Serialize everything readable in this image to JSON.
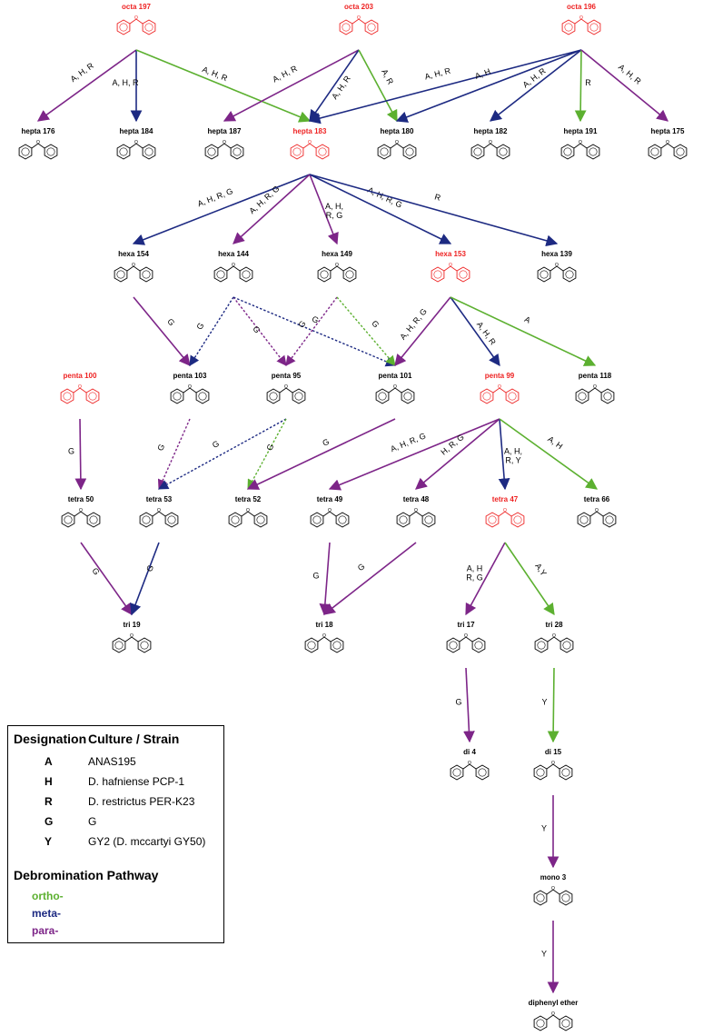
{
  "colors": {
    "ortho": "#5cb030",
    "meta": "#1d2a82",
    "para": "#7d2588",
    "highlight": "#ee2222",
    "text": "#000000"
  },
  "compounds": [
    {
      "id": "octa197",
      "label": "octa 197",
      "highlight": true
    },
    {
      "id": "octa203",
      "label": "octa 203",
      "highlight": true
    },
    {
      "id": "octa196",
      "label": "octa 196",
      "highlight": true
    },
    {
      "id": "hepta176",
      "label": "hepta 176",
      "highlight": false
    },
    {
      "id": "hepta184",
      "label": "hepta 184",
      "highlight": false
    },
    {
      "id": "hepta187",
      "label": "hepta 187",
      "highlight": false
    },
    {
      "id": "hepta183",
      "label": "hepta 183",
      "highlight": true
    },
    {
      "id": "hepta180",
      "label": "hepta 180",
      "highlight": false
    },
    {
      "id": "hepta182",
      "label": "hepta 182",
      "highlight": false
    },
    {
      "id": "hepta191",
      "label": "hepta 191",
      "highlight": false
    },
    {
      "id": "hepta175",
      "label": "hepta 175",
      "highlight": false
    },
    {
      "id": "hexa154",
      "label": "hexa 154",
      "highlight": false
    },
    {
      "id": "hexa144",
      "label": "hexa 144",
      "highlight": false
    },
    {
      "id": "hexa149",
      "label": "hexa 149",
      "highlight": false
    },
    {
      "id": "hexa153",
      "label": "hexa 153",
      "highlight": true
    },
    {
      "id": "hexa139",
      "label": "hexa 139",
      "highlight": false
    },
    {
      "id": "penta100",
      "label": "penta 100",
      "highlight": true
    },
    {
      "id": "penta103",
      "label": "penta 103",
      "highlight": false
    },
    {
      "id": "penta95",
      "label": "penta 95",
      "highlight": false
    },
    {
      "id": "penta101",
      "label": "penta 101",
      "highlight": false
    },
    {
      "id": "penta99",
      "label": "penta 99",
      "highlight": true
    },
    {
      "id": "penta118",
      "label": "penta 118",
      "highlight": false
    },
    {
      "id": "tetra50",
      "label": "tetra 50",
      "highlight": false
    },
    {
      "id": "tetra53",
      "label": "tetra 53",
      "highlight": false
    },
    {
      "id": "tetra52",
      "label": "tetra 52",
      "highlight": false
    },
    {
      "id": "tetra49",
      "label": "tetra 49",
      "highlight": false
    },
    {
      "id": "tetra48",
      "label": "tetra 48",
      "highlight": false
    },
    {
      "id": "tetra47",
      "label": "tetra 47",
      "highlight": true
    },
    {
      "id": "tetra66",
      "label": "tetra 66",
      "highlight": false
    },
    {
      "id": "tri19",
      "label": "tri 19",
      "highlight": false
    },
    {
      "id": "tri18",
      "label": "tri 18",
      "highlight": false
    },
    {
      "id": "tri17",
      "label": "tri 17",
      "highlight": false
    },
    {
      "id": "tri28",
      "label": "tri 28",
      "highlight": false
    },
    {
      "id": "di4",
      "label": "di 4",
      "highlight": false
    },
    {
      "id": "di15",
      "label": "di 15",
      "highlight": false
    },
    {
      "id": "mono3",
      "label": "mono 3",
      "highlight": false
    },
    {
      "id": "dpe",
      "label": "diphenyl ether",
      "highlight": false
    }
  ],
  "edges": [
    {
      "from": "octa197",
      "to": "hepta176",
      "type": "para",
      "label": [
        "A, H, R"
      ],
      "dashed": false
    },
    {
      "from": "octa197",
      "to": "hepta184",
      "type": "meta",
      "label": [
        "A, H, R"
      ],
      "dashed": false
    },
    {
      "from": "octa197",
      "to": "hepta183",
      "type": "ortho",
      "label": [
        "A, H, R"
      ],
      "dashed": false
    },
    {
      "from": "octa203",
      "to": "hepta187",
      "type": "para",
      "label": [
        "A, H, R"
      ],
      "dashed": false
    },
    {
      "from": "octa203",
      "to": "hepta183",
      "type": "meta",
      "label": [
        "A, H, R"
      ],
      "dashed": false
    },
    {
      "from": "octa203",
      "to": "hepta180",
      "type": "ortho",
      "label": [
        "A, R"
      ],
      "dashed": false
    },
    {
      "from": "octa196",
      "to": "hepta183",
      "type": "meta",
      "label": [
        "A, H, R"
      ],
      "dashed": false
    },
    {
      "from": "octa196",
      "to": "hepta180",
      "type": "meta",
      "label": [
        "A, H"
      ],
      "dashed": false
    },
    {
      "from": "octa196",
      "to": "hepta182",
      "type": "meta",
      "label": [
        "A, H, R"
      ],
      "dashed": false
    },
    {
      "from": "octa196",
      "to": "hepta191",
      "type": "ortho",
      "label": [
        "R"
      ],
      "dashed": false
    },
    {
      "from": "octa196",
      "to": "hepta175",
      "type": "para",
      "label": [
        "A, H, R"
      ],
      "dashed": false
    },
    {
      "from": "hepta183",
      "to": "hexa154",
      "type": "meta",
      "label": [
        "A, H, R, G"
      ],
      "dashed": false
    },
    {
      "from": "hepta183",
      "to": "hexa144",
      "type": "para",
      "label": [
        "A, H, R, G"
      ],
      "dashed": false
    },
    {
      "from": "hepta183",
      "to": "hexa149",
      "type": "para",
      "label": [
        "A, H,",
        "R, G"
      ],
      "dashed": false
    },
    {
      "from": "hepta183",
      "to": "hexa153",
      "type": "meta",
      "label": [
        "A, H, R, G"
      ],
      "dashed": false
    },
    {
      "from": "hepta183",
      "to": "hexa139",
      "type": "meta",
      "label": [
        "R"
      ],
      "dashed": false
    },
    {
      "from": "hexa154",
      "to": "penta103",
      "type": "para",
      "label": [
        "G"
      ],
      "dashed": false
    },
    {
      "from": "hexa144",
      "to": "penta103",
      "type": "meta",
      "label": [
        "G"
      ],
      "dashed": true
    },
    {
      "from": "hexa144",
      "to": "penta95",
      "type": "para",
      "label": [
        "G"
      ],
      "dashed": true
    },
    {
      "from": "hexa144",
      "to": "penta101",
      "type": "meta",
      "label": [
        "G"
      ],
      "dashed": true
    },
    {
      "from": "hexa149",
      "to": "penta95",
      "type": "para",
      "label": [
        "G"
      ],
      "dashed": true
    },
    {
      "from": "hexa149",
      "to": "penta101",
      "type": "ortho",
      "label": [
        "G"
      ],
      "dashed": true
    },
    {
      "from": "hexa153",
      "to": "penta101",
      "type": "para",
      "label": [
        "A, H, R, G"
      ],
      "dashed": false
    },
    {
      "from": "hexa153",
      "to": "penta99",
      "type": "meta",
      "label": [
        "A, H, R"
      ],
      "dashed": false
    },
    {
      "from": "hexa153",
      "to": "penta118",
      "type": "ortho",
      "label": [
        "A"
      ],
      "dashed": false
    },
    {
      "from": "penta100",
      "to": "tetra50",
      "type": "para",
      "label": [
        "G"
      ],
      "dashed": false
    },
    {
      "from": "penta103",
      "to": "tetra53",
      "type": "para",
      "label": [
        "G"
      ],
      "dashed": true
    },
    {
      "from": "penta95",
      "to": "tetra53",
      "type": "meta",
      "label": [
        "G"
      ],
      "dashed": true
    },
    {
      "from": "penta95",
      "to": "tetra52",
      "type": "ortho",
      "label": [
        "G"
      ],
      "dashed": true
    },
    {
      "from": "penta101",
      "to": "tetra52",
      "type": "para",
      "label": [
        "G"
      ],
      "dashed": false
    },
    {
      "from": "penta99",
      "to": "tetra49",
      "type": "para",
      "label": [
        "A, H, R, G"
      ],
      "dashed": false
    },
    {
      "from": "penta99",
      "to": "tetra48",
      "type": "para",
      "label": [
        "H, R, G"
      ],
      "dashed": false
    },
    {
      "from": "penta99",
      "to": "tetra47",
      "type": "meta",
      "label": [
        "A, H,",
        "R, Y"
      ],
      "dashed": false
    },
    {
      "from": "penta99",
      "to": "tetra66",
      "type": "ortho",
      "label": [
        "A, H"
      ],
      "dashed": false
    },
    {
      "from": "tetra50",
      "to": "tri19",
      "type": "para",
      "label": [
        "G"
      ],
      "dashed": false
    },
    {
      "from": "tetra53",
      "to": "tri19",
      "type": "meta",
      "label": [
        "G"
      ],
      "dashed": false
    },
    {
      "from": "tetra49",
      "to": "tri18",
      "type": "para",
      "label": [
        "G"
      ],
      "dashed": false
    },
    {
      "from": "tetra48",
      "to": "tri18",
      "type": "para",
      "label": [
        "G"
      ],
      "dashed": false
    },
    {
      "from": "tetra47",
      "to": "tri17",
      "type": "para",
      "label": [
        "A, H",
        "R, G"
      ],
      "dashed": false
    },
    {
      "from": "tetra47",
      "to": "tri28",
      "type": "ortho",
      "label": [
        "A,Y"
      ],
      "dashed": false
    },
    {
      "from": "tri17",
      "to": "di4",
      "type": "para",
      "label": [
        "G"
      ],
      "dashed": false
    },
    {
      "from": "tri28",
      "to": "di15",
      "type": "ortho",
      "label": [
        "Y"
      ],
      "dashed": false
    },
    {
      "from": "di15",
      "to": "mono3",
      "type": "para",
      "label": [
        "Y"
      ],
      "dashed": false
    },
    {
      "from": "mono3",
      "to": "dpe",
      "type": "para",
      "label": [
        "Y"
      ],
      "dashed": false
    }
  ],
  "legend": {
    "col1_header": "Designation",
    "col2_header": "Culture / Strain",
    "rows": [
      {
        "code": "A",
        "name": "ANAS195"
      },
      {
        "code": "H",
        "name": "D. hafniense PCP-1"
      },
      {
        "code": "R",
        "name": "D. restrictus PER-K23"
      },
      {
        "code": "G",
        "name": "G"
      },
      {
        "code": "Y",
        "name": "GY2 (D. mccartyi GY50)"
      }
    ],
    "pathway_header": "Debromination Pathway",
    "pathways": [
      {
        "key": "ortho",
        "label": "ortho-"
      },
      {
        "key": "meta",
        "label": "meta-"
      },
      {
        "key": "para",
        "label": "para-"
      }
    ]
  }
}
